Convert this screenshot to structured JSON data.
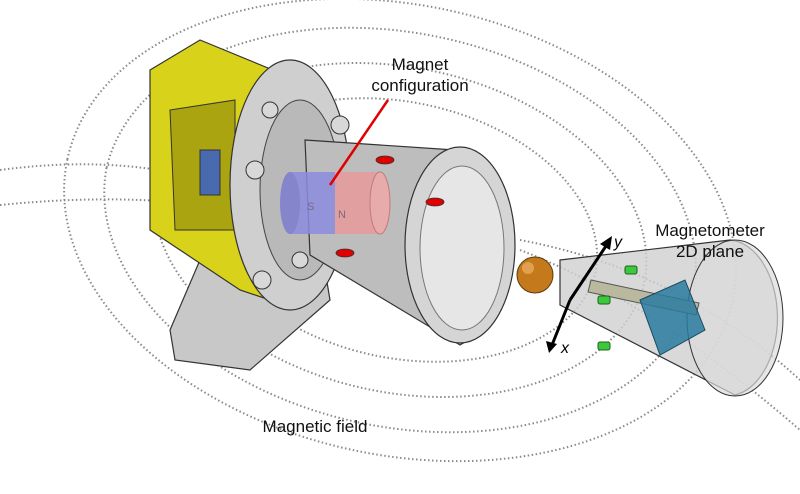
{
  "labels": {
    "magnet_line1": "Magnet",
    "magnet_line2": "configuration",
    "magnetometer_line1": "Magnetometer",
    "magnetometer_line2": "2D plane",
    "field": "Magnetic field",
    "axis_x": "x",
    "axis_y": "y",
    "pole_s": "S",
    "pole_n": "N"
  },
  "colors": {
    "housing": "#d8d21a",
    "metal": "#c4c4c4",
    "magnet_south": "#8c8ce0",
    "magnet_north": "#e89a9a",
    "pointer": "#e00000",
    "sensor_plane": "#2a7aa0",
    "sphere": "#c47a1a",
    "led": "#3cc83c"
  }
}
